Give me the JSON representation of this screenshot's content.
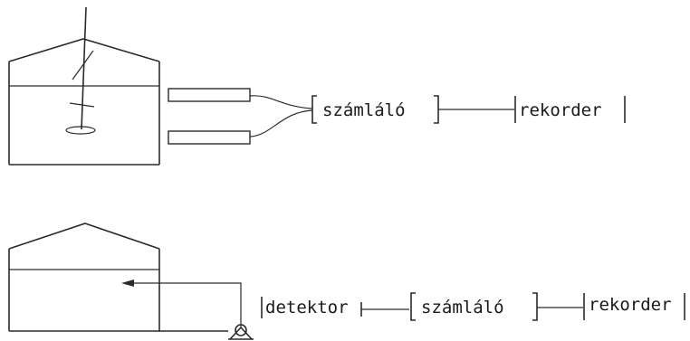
{
  "top_system": {
    "counter_label": "számláló",
    "recorder_label": "rekorder"
  },
  "bottom_system": {
    "detector_label": "detektor",
    "counter_label": "számláló",
    "recorder_label": "rekorder"
  }
}
